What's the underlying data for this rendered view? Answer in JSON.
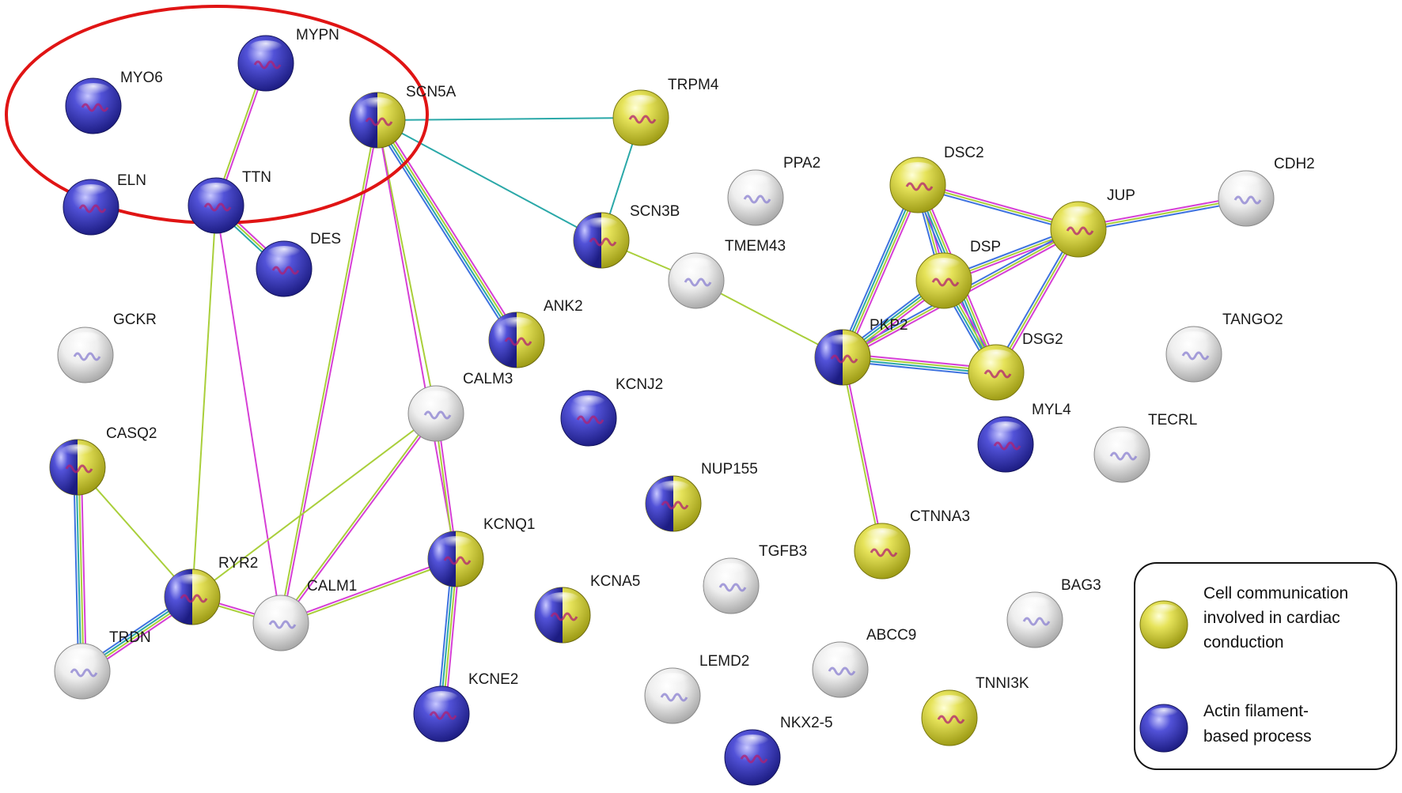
{
  "colors": {
    "yellow": "#d8d53a",
    "blue": "#3a3ab8",
    "white": "#e6e6e6",
    "highlight_ellipse": "#e01414",
    "edge_pink": "#d63fd6",
    "edge_green": "#a9cf3a",
    "edge_teal": "#2aa8a8",
    "edge_blue": "#3f73e0"
  },
  "nodes": [
    {
      "id": "MYPN",
      "label": "MYPN",
      "color": "blue"
    },
    {
      "id": "MYO6",
      "label": "MYO6",
      "color": "blue"
    },
    {
      "id": "SCN5A",
      "label": "SCN5A",
      "color": "split"
    },
    {
      "id": "ELN",
      "label": "ELN",
      "color": "blue"
    },
    {
      "id": "TTN",
      "label": "TTN",
      "color": "blue"
    },
    {
      "id": "DES",
      "label": "DES",
      "color": "blue"
    },
    {
      "id": "TRPM4",
      "label": "TRPM4",
      "color": "yellow"
    },
    {
      "id": "PPA2",
      "label": "PPA2",
      "color": "white"
    },
    {
      "id": "DSC2",
      "label": "DSC2",
      "color": "yellow"
    },
    {
      "id": "CDH2",
      "label": "CDH2",
      "color": "white"
    },
    {
      "id": "JUP",
      "label": "JUP",
      "color": "yellow"
    },
    {
      "id": "SCN3B",
      "label": "SCN3B",
      "color": "split"
    },
    {
      "id": "TMEM43",
      "label": "TMEM43",
      "color": "white"
    },
    {
      "id": "DSP",
      "label": "DSP",
      "color": "yellow"
    },
    {
      "id": "GCKR",
      "label": "GCKR",
      "color": "white"
    },
    {
      "id": "ANK2",
      "label": "ANK2",
      "color": "split"
    },
    {
      "id": "PKP2",
      "label": "PKP2",
      "color": "split"
    },
    {
      "id": "TANGO2",
      "label": "TANGO2",
      "color": "white"
    },
    {
      "id": "DSG2",
      "label": "DSG2",
      "color": "yellow"
    },
    {
      "id": "CALM3",
      "label": "CALM3",
      "color": "white"
    },
    {
      "id": "KCNJ2",
      "label": "KCNJ2",
      "color": "blue"
    },
    {
      "id": "MYL4",
      "label": "MYL4",
      "color": "blue"
    },
    {
      "id": "TECRL",
      "label": "TECRL",
      "color": "white"
    },
    {
      "id": "CASQ2",
      "label": "CASQ2",
      "color": "split"
    },
    {
      "id": "NUP155",
      "label": "NUP155",
      "color": "split"
    },
    {
      "id": "KCNQ1",
      "label": "KCNQ1",
      "color": "split"
    },
    {
      "id": "CTNNA3",
      "label": "CTNNA3",
      "color": "yellow"
    },
    {
      "id": "TGFB3",
      "label": "TGFB3",
      "color": "white"
    },
    {
      "id": "RYR2",
      "label": "RYR2",
      "color": "split"
    },
    {
      "id": "CALM1",
      "label": "CALM1",
      "color": "white"
    },
    {
      "id": "KCNA5",
      "label": "KCNA5",
      "color": "split"
    },
    {
      "id": "BAG3",
      "label": "BAG3",
      "color": "white"
    },
    {
      "id": "TRDN",
      "label": "TRDN",
      "color": "white"
    },
    {
      "id": "ABCC9",
      "label": "ABCC9",
      "color": "white"
    },
    {
      "id": "LEMD2",
      "label": "LEMD2",
      "color": "white"
    },
    {
      "id": "KCNE2",
      "label": "KCNE2",
      "color": "blue"
    },
    {
      "id": "TNNI3K",
      "label": "TNNI3K",
      "color": "yellow"
    },
    {
      "id": "NKX2-5",
      "label": "NKX2-5",
      "color": "blue"
    }
  ],
  "edges": [
    {
      "source": "MYPN",
      "target": "TTN",
      "colors": [
        "edge_pink",
        "edge_green"
      ]
    },
    {
      "source": "TTN",
      "target": "DES",
      "colors": [
        "edge_pink",
        "edge_green",
        "edge_teal"
      ]
    },
    {
      "source": "TTN",
      "target": "RYR2",
      "colors": [
        "edge_green"
      ]
    },
    {
      "source": "TTN",
      "target": "CALM1",
      "colors": [
        "edge_pink"
      ]
    },
    {
      "source": "SCN5A",
      "target": "TRPM4",
      "colors": [
        "edge_teal"
      ]
    },
    {
      "source": "SCN5A",
      "target": "SCN3B",
      "colors": [
        "edge_teal"
      ]
    },
    {
      "source": "SCN5A",
      "target": "ANK2",
      "colors": [
        "edge_pink",
        "edge_green",
        "edge_teal",
        "edge_blue"
      ]
    },
    {
      "source": "SCN5A",
      "target": "CALM3",
      "colors": [
        "edge_green"
      ]
    },
    {
      "source": "SCN5A",
      "target": "CALM1",
      "colors": [
        "edge_pink",
        "edge_green"
      ]
    },
    {
      "source": "SCN5A",
      "target": "KCNQ1",
      "colors": [
        "edge_pink"
      ]
    },
    {
      "source": "TRPM4",
      "target": "SCN3B",
      "colors": [
        "edge_teal"
      ]
    },
    {
      "source": "SCN3B",
      "target": "TMEM43",
      "colors": [
        "edge_green"
      ]
    },
    {
      "source": "TMEM43",
      "target": "PKP2",
      "colors": [
        "edge_green"
      ]
    },
    {
      "source": "DSC2",
      "target": "JUP",
      "colors": [
        "edge_pink",
        "edge_green",
        "edge_blue"
      ]
    },
    {
      "source": "DSC2",
      "target": "DSP",
      "colors": [
        "edge_pink",
        "edge_green",
        "edge_blue"
      ]
    },
    {
      "source": "DSC2",
      "target": "DSG2",
      "colors": [
        "edge_pink",
        "edge_green",
        "edge_teal",
        "edge_blue"
      ]
    },
    {
      "source": "DSC2",
      "target": "PKP2",
      "colors": [
        "edge_pink",
        "edge_green",
        "edge_teal",
        "edge_blue"
      ]
    },
    {
      "source": "JUP",
      "target": "CDH2",
      "colors": [
        "edge_pink",
        "edge_green",
        "edge_blue"
      ]
    },
    {
      "source": "JUP",
      "target": "DSP",
      "colors": [
        "edge_pink",
        "edge_green",
        "edge_blue"
      ]
    },
    {
      "source": "JUP",
      "target": "DSG2",
      "colors": [
        "edge_pink",
        "edge_green",
        "edge_blue"
      ]
    },
    {
      "source": "JUP",
      "target": "PKP2",
      "colors": [
        "edge_pink",
        "edge_green",
        "edge_blue"
      ]
    },
    {
      "source": "DSP",
      "target": "DSG2",
      "colors": [
        "edge_pink",
        "edge_green",
        "edge_teal",
        "edge_blue"
      ]
    },
    {
      "source": "DSP",
      "target": "PKP2",
      "colors": [
        "edge_pink",
        "edge_green",
        "edge_teal",
        "edge_blue"
      ]
    },
    {
      "source": "PKP2",
      "target": "DSG2",
      "colors": [
        "edge_pink",
        "edge_green",
        "edge_teal",
        "edge_blue"
      ]
    },
    {
      "source": "PKP2",
      "target": "CTNNA3",
      "colors": [
        "edge_pink",
        "edge_green"
      ]
    },
    {
      "source": "CALM3",
      "target": "RYR2",
      "colors": [
        "edge_green"
      ]
    },
    {
      "source": "CALM3",
      "target": "CALM1",
      "colors": [
        "edge_pink",
        "edge_green"
      ]
    },
    {
      "source": "CALM3",
      "target": "KCNQ1",
      "colors": [
        "edge_pink",
        "edge_green"
      ]
    },
    {
      "source": "CASQ2",
      "target": "RYR2",
      "colors": [
        "edge_green"
      ]
    },
    {
      "source": "CASQ2",
      "target": "TRDN",
      "colors": [
        "edge_pink",
        "edge_green",
        "edge_teal",
        "edge_blue"
      ]
    },
    {
      "source": "RYR2",
      "target": "TRDN",
      "colors": [
        "edge_pink",
        "edge_green",
        "edge_teal",
        "edge_blue"
      ]
    },
    {
      "source": "RYR2",
      "target": "CALM1",
      "colors": [
        "edge_pink",
        "edge_green"
      ]
    },
    {
      "source": "CALM1",
      "target": "KCNQ1",
      "colors": [
        "edge_pink",
        "edge_green"
      ]
    },
    {
      "source": "KCNQ1",
      "target": "KCNE2",
      "colors": [
        "edge_pink",
        "edge_green",
        "edge_teal",
        "edge_blue"
      ]
    }
  ],
  "legend": {
    "items": [
      {
        "color": "yellow",
        "lines": [
          "Cell communication",
          "involved in cardiac",
          "conduction"
        ]
      },
      {
        "color": "blue",
        "lines": [
          "Actin filament-",
          "based process"
        ]
      }
    ]
  }
}
